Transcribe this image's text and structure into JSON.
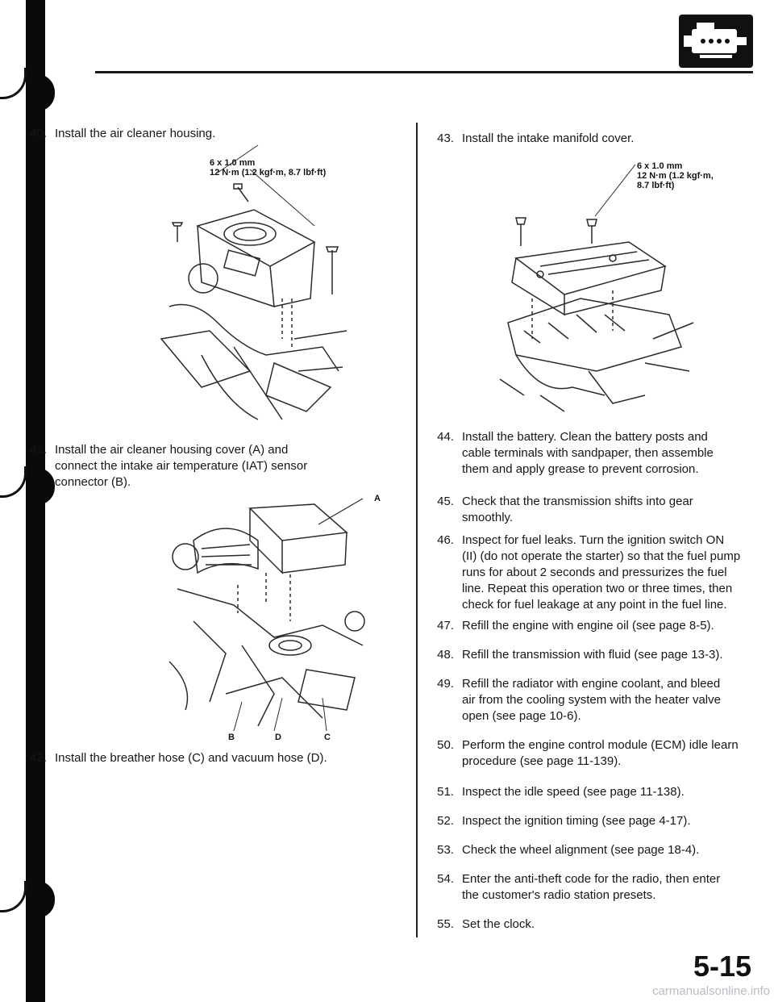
{
  "page_number": "5-15",
  "watermark": "carmanualsonline.info",
  "steps": [
    {
      "num": "40.",
      "lines": [
        "Install the air cleaner housing."
      ]
    },
    {
      "num": "41.",
      "lines": [
        "Install the air cleaner housing cover (A) and",
        "connect the intake air temperature (IAT) sensor",
        "connector (B)."
      ]
    },
    {
      "num": "42.",
      "lines": [
        "Install the breather hose (C) and vacuum hose (D)."
      ]
    },
    {
      "num": "43.",
      "lines": [
        "Install the intake manifold cover."
      ]
    },
    {
      "num": "44.",
      "lines": [
        "Install the battery. Clean the battery posts and",
        "cable terminals with sandpaper, then assemble",
        "them and apply grease to prevent corrosion."
      ]
    },
    {
      "num": "45.",
      "lines": [
        "Check that the transmission shifts into gear",
        "smoothly."
      ]
    },
    {
      "num": "46.",
      "lines": [
        "Inspect for fuel leaks. Turn the ignition switch ON",
        "(II) (do not operate the starter) so that the fuel pump",
        "runs for about 2 seconds and pressurizes the fuel",
        "line. Repeat this operation two or three times, then",
        "check for fuel leakage at any point in the fuel line."
      ]
    },
    {
      "num": "47.",
      "lines": [
        "Refill the engine with engine oil (see page 8-5)."
      ]
    },
    {
      "num": "48.",
      "lines": [
        "Refill the transmission with fluid (see page 13-3)."
      ]
    },
    {
      "num": "49.",
      "lines": [
        "Refill the radiator with engine coolant, and bleed",
        "air from the cooling system with the heater valve",
        "open (see page 10-6)."
      ]
    },
    {
      "num": "50.",
      "lines": [
        "Perform the engine control module (ECM) idle learn",
        "procedure (see page 11-139)."
      ]
    },
    {
      "num": "51.",
      "lines": [
        "Inspect the idle speed (see page 11-138)."
      ]
    },
    {
      "num": "52.",
      "lines": [
        "Inspect the ignition timing (see page 4-17)."
      ]
    },
    {
      "num": "53.",
      "lines": [
        "Check the wheel alignment (see page 18-4)."
      ]
    },
    {
      "num": "54.",
      "lines": [
        "Enter the anti-theft code for the radio, then enter",
        "the customer's radio station presets."
      ]
    },
    {
      "num": "55.",
      "lines": [
        "Set the clock."
      ]
    }
  ],
  "figures": {
    "housing": {
      "spec": [
        "6 x 1.0 mm",
        "12 N·m (1.2 kgf·m, 8.7 lbf·ft)"
      ]
    },
    "cover": {
      "label_a": "A"
    },
    "hoses": {
      "label_b": "B",
      "label_d": "D",
      "label_c": "C"
    },
    "manifold": {
      "spec": [
        "6 x 1.0 mm",
        "12 N·m (1.2 kgf·m,",
        "8.7 lbf·ft)"
      ]
    }
  }
}
